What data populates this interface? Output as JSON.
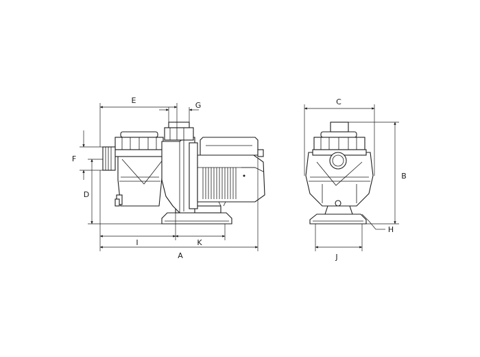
{
  "dimensions": {
    "A": "A",
    "B": "B",
    "C": "C",
    "D": "D",
    "E": "E",
    "F": "F",
    "G": "G",
    "H": "H",
    "I": "I",
    "J": "J",
    "K": "K"
  }
}
